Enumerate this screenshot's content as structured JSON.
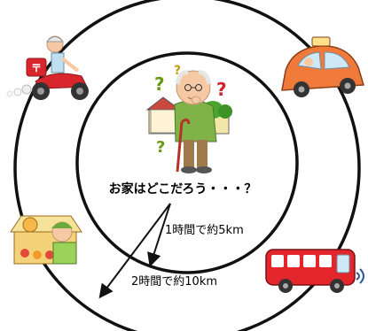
{
  "diagram": {
    "question": "お家はどこだろう・・・？",
    "inner_range_label": "1時間で約5km",
    "outer_range_label": "2時間で約10km",
    "sign_text": "〒",
    "colors": {
      "ring": "#111111",
      "taxi": "#f07a3a",
      "bus": "#e2262c",
      "scooter": "#d8262c",
      "question_mark": "#6a9a12",
      "question_mark_red": "#d0232b"
    }
  }
}
